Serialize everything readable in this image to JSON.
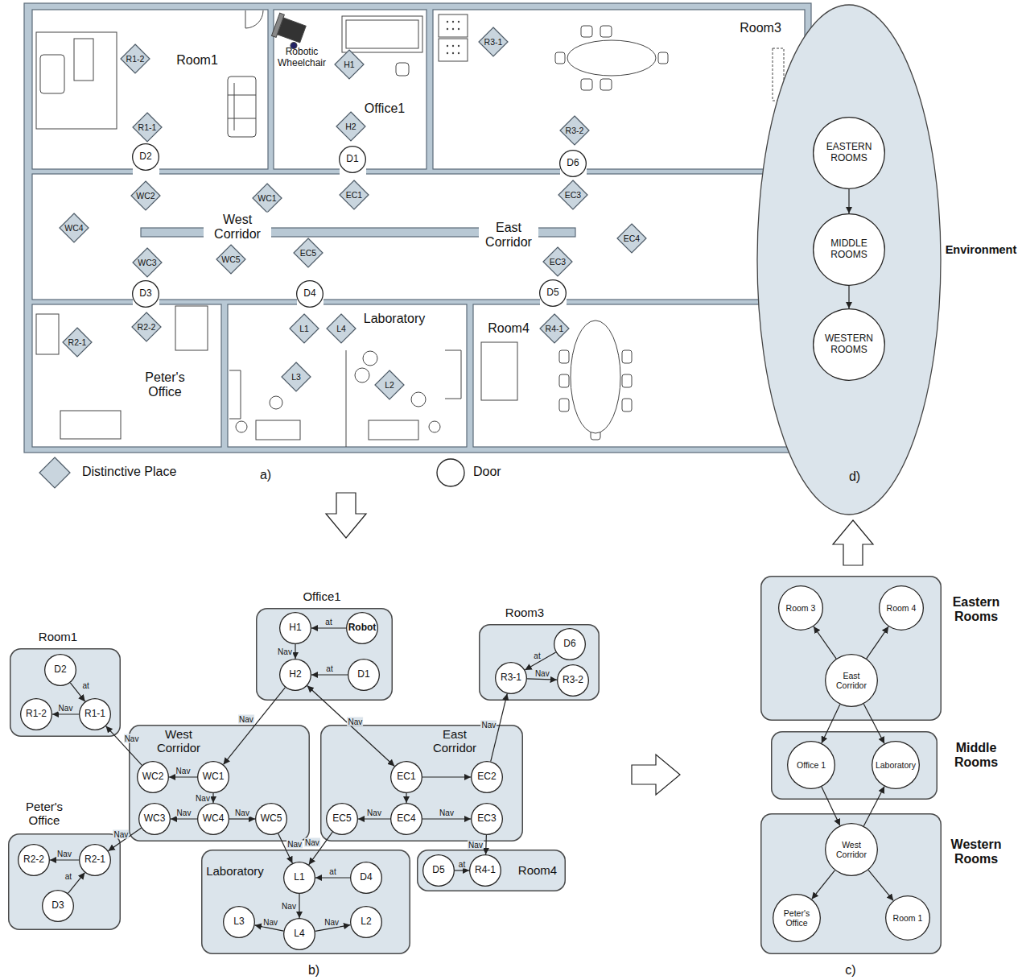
{
  "diagram": {
    "nodes": [
      {
        "text": [
          "Room1"
        ]
      },
      {
        "text": [
          "R1-2"
        ],
        "in": 0
      },
      {
        "text": [
          "R1-1"
        ],
        "in": 0
      },
      {
        "text": [
          "Office1"
        ]
      },
      {
        "text": [
          "H1"
        ],
        "in": 3
      },
      {
        "text": [
          "H2"
        ],
        "in": 3
      },
      {
        "text": [
          "Room3"
        ]
      },
      {
        "text": [
          "R3-1"
        ],
        "in": 6
      },
      {
        "text": [
          "R3-2"
        ],
        "in": 6
      },
      {
        "text": [
          "D2"
        ]
      },
      {
        "text": [
          "D1"
        ]
      },
      {
        "text": [
          "D6"
        ]
      },
      {
        "text": [
          "West Corridor",
          "East Corridor"
        ]
      },
      {
        "text": [
          "WC2"
        ],
        "in": 12
      },
      {
        "text": [
          "WC1"
        ],
        "in": 12
      },
      {
        "text": [
          "EC1"
        ],
        "in": 12
      },
      {
        "text": [
          "EC3"
        ],
        "in": 12
      },
      {
        "text": [
          "WC4"
        ],
        "in": 12
      },
      {
        "text": [
          "EC4"
        ],
        "in": 12
      },
      {
        "text": [
          "WC3"
        ],
        "in": 12
      },
      {
        "text": [
          "WC5"
        ],
        "in": 12
      },
      {
        "text": [
          "EC5"
        ],
        "in": 12
      },
      {
        "text": [
          "EC3"
        ],
        "in": 12
      },
      {
        "text": [
          "Peter's Office"
        ]
      },
      {
        "text": [
          "R2-2"
        ],
        "in": 23
      },
      {
        "text": [
          "R2-1"
        ],
        "in": 23
      },
      {
        "text": [
          "D3"
        ]
      },
      {
        "text": [
          "Laboratory"
        ]
      },
      {
        "text": [
          "L1"
        ],
        "in": 27
      },
      {
        "text": [
          "L4"
        ],
        "in": 27
      },
      {
        "text": [
          "L3"
        ],
        "in": 27
      },
      {
        "text": [
          "L2"
        ],
        "in": 27
      },
      {
        "text": [
          "D4"
        ]
      },
      {
        "text": [
          "Room4"
        ]
      },
      {
        "text": [
          "R4-1"
        ],
        "in": 33
      },
      {
        "text": [
          "D5"
        ]
      },
      {
        "text": [
          "Office1"
        ]
      },
      {
        "text": [
          "H1"
        ],
        "in": 36
      },
      {
        "text": [
          "Robot"
        ],
        "in": 36
      },
      {
        "text": [
          "H2"
        ],
        "in": 36
      },
      {
        "text": [
          "D1"
        ],
        "in": 36
      },
      {
        "text": [
          "Room1"
        ]
      },
      {
        "text": [
          "D2"
        ],
        "in": 41
      },
      {
        "text": [
          "R1-2"
        ],
        "in": 41
      },
      {
        "text": [
          "R1-1"
        ],
        "in": 41
      },
      {
        "text": [
          "Room3"
        ]
      },
      {
        "text": [
          "D6"
        ],
        "in": 45
      },
      {
        "text": [
          "R3-1"
        ],
        "in": 45
      },
      {
        "text": [
          "R3-2"
        ],
        "in": 45
      },
      {
        "text": [
          "West Corridor"
        ]
      },
      {
        "text": [
          "WC2"
        ],
        "in": 49
      },
      {
        "text": [
          "WC1"
        ],
        "in": 49
      },
      {
        "text": [
          "WC3"
        ],
        "in": 49
      },
      {
        "text": [
          "WC4"
        ],
        "in": 49
      },
      {
        "text": [
          "WC5"
        ],
        "in": 49
      },
      {
        "text": [
          "East Corridor"
        ]
      },
      {
        "text": [
          "EC1"
        ],
        "in": 55
      },
      {
        "text": [
          "EC2"
        ],
        "in": 55
      },
      {
        "text": [
          "EC5"
        ],
        "in": 55
      },
      {
        "text": [
          "EC4"
        ],
        "in": 55
      },
      {
        "text": [
          "EC3"
        ],
        "in": 55
      },
      {
        "text": [
          "Peter's Office"
        ]
      },
      {
        "text": [
          "R2-2"
        ],
        "in": 61
      },
      {
        "text": [
          "R2-1"
        ],
        "in": 61
      },
      {
        "text": [
          "D3"
        ],
        "in": 61
      },
      {
        "text": [
          "Laboratory"
        ]
      },
      {
        "text": [
          "L1"
        ],
        "in": 65
      },
      {
        "text": [
          "D4"
        ],
        "in": 65
      },
      {
        "text": [
          "L3"
        ],
        "in": 65
      },
      {
        "text": [
          "L4"
        ],
        "in": 65
      },
      {
        "text": [
          "L2"
        ],
        "in": 65
      },
      {
        "text": [
          "Room4"
        ]
      },
      {
        "text": [
          "D5"
        ],
        "in": 71
      },
      {
        "text": [
          "R4-1"
        ],
        "in": 71
      },
      {
        "text": [
          "Eastern Rooms"
        ]
      },
      {
        "text": [
          "Room 3"
        ],
        "in": 74
      },
      {
        "text": [
          "Room 4"
        ],
        "in": 74
      },
      {
        "text": [
          "East Corridor"
        ],
        "in": 74
      },
      {
        "text": [
          "Middle Rooms"
        ]
      },
      {
        "text": [
          "Office 1"
        ],
        "in": 78
      },
      {
        "text": [
          "Laboratory"
        ],
        "in": 78
      },
      {
        "text": [
          "Western Rooms"
        ]
      },
      {
        "text": [
          "West Corridor"
        ],
        "in": 81
      },
      {
        "text": [
          "Peter's Office"
        ],
        "in": 81
      },
      {
        "text": [
          "Room 1"
        ],
        "in": 81
      },
      {
        "text": [
          "Environment"
        ]
      },
      {
        "text": [
          "EASTERN ROOMS"
        ],
        "in": 85
      },
      {
        "text": [
          "MIDDLE ROOMS"
        ],
        "in": 85
      },
      {
        "text": [
          "WESTERN ROOMS"
        ],
        "in": 85
      }
    ],
    "edges": [
      {
        "from": 38,
        "to": 37,
        "arrow": "to",
        "label": "at"
      },
      {
        "from": 37,
        "to": 39,
        "arrow": "to",
        "label": "Nav"
      },
      {
        "from": 40,
        "to": 39,
        "arrow": "to",
        "label": "at"
      },
      {
        "from": 39,
        "to": 51,
        "arrow": "to",
        "label": "Nav"
      },
      {
        "from": 39,
        "to": 56,
        "arrow": "both",
        "label": "Nav"
      },
      {
        "from": 42,
        "to": 44,
        "arrow": "to",
        "label": "at"
      },
      {
        "from": 44,
        "to": 43,
        "arrow": "to",
        "label": "Nav"
      },
      {
        "from": 50,
        "to": 44,
        "arrow": "to",
        "label": "Nav"
      },
      {
        "from": 51,
        "to": 50,
        "arrow": "to",
        "label": "Nav"
      },
      {
        "from": 51,
        "to": 53,
        "arrow": "to",
        "label": "Nav"
      },
      {
        "from": 53,
        "to": 52,
        "arrow": "to",
        "label": "Nav"
      },
      {
        "from": 53,
        "to": 54,
        "arrow": "to",
        "label": "Nav"
      },
      {
        "from": 52,
        "to": 63,
        "arrow": "to",
        "label": "Nav"
      },
      {
        "from": 54,
        "to": 66,
        "arrow": "to",
        "label": "Nav"
      },
      {
        "from": 58,
        "to": 66,
        "arrow": "to",
        "label": "Nav"
      },
      {
        "from": 56,
        "to": 57,
        "arrow": "to"
      },
      {
        "from": 56,
        "to": 59,
        "arrow": "to"
      },
      {
        "from": 59,
        "to": 58,
        "arrow": "to",
        "label": "Nav"
      },
      {
        "from": 59,
        "to": 60,
        "arrow": "to",
        "label": "Nav"
      },
      {
        "from": 60,
        "to": 73,
        "arrow": "to",
        "label": "Nav"
      },
      {
        "from": 57,
        "to": 47,
        "arrow": "to",
        "label": "Nav"
      },
      {
        "from": 46,
        "to": 47,
        "arrow": "to",
        "label": "at"
      },
      {
        "from": 47,
        "to": 48,
        "arrow": "to",
        "label": "Nav"
      },
      {
        "from": 63,
        "to": 62,
        "arrow": "to",
        "label": "Nav"
      },
      {
        "from": 64,
        "to": 63,
        "arrow": "to",
        "label": "at"
      },
      {
        "from": 67,
        "to": 66,
        "arrow": "to",
        "label": "at"
      },
      {
        "from": 66,
        "to": 69,
        "arrow": "to",
        "label": "Nav"
      },
      {
        "from": 69,
        "to": 68,
        "arrow": "to",
        "label": "Nav"
      },
      {
        "from": 69,
        "to": 70,
        "arrow": "to",
        "label": "Nav"
      },
      {
        "from": 72,
        "to": 73,
        "arrow": "to",
        "label": "at"
      },
      {
        "from": 77,
        "to": 75,
        "arrow": "to"
      },
      {
        "from": 77,
        "to": 76,
        "arrow": "to"
      },
      {
        "from": 77,
        "to": 79,
        "arrow": "to"
      },
      {
        "from": 77,
        "to": 80,
        "arrow": "to"
      },
      {
        "from": 79,
        "to": 82,
        "arrow": "to"
      },
      {
        "from": 82,
        "to": 80,
        "arrow": "to"
      },
      {
        "from": 82,
        "to": 83,
        "arrow": "to"
      },
      {
        "from": 82,
        "to": 84,
        "arrow": "to"
      },
      {
        "from": 86,
        "to": 87,
        "arrow": "to"
      },
      {
        "from": 87,
        "to": 88,
        "arrow": "to"
      }
    ],
    "labels": [
      "Robotic Wheelchair",
      "a)",
      "b)",
      "c)",
      "d)"
    ],
    "legend": [
      {
        "text": "Distinctive Place"
      },
      {
        "text": "Door"
      }
    ]
  }
}
